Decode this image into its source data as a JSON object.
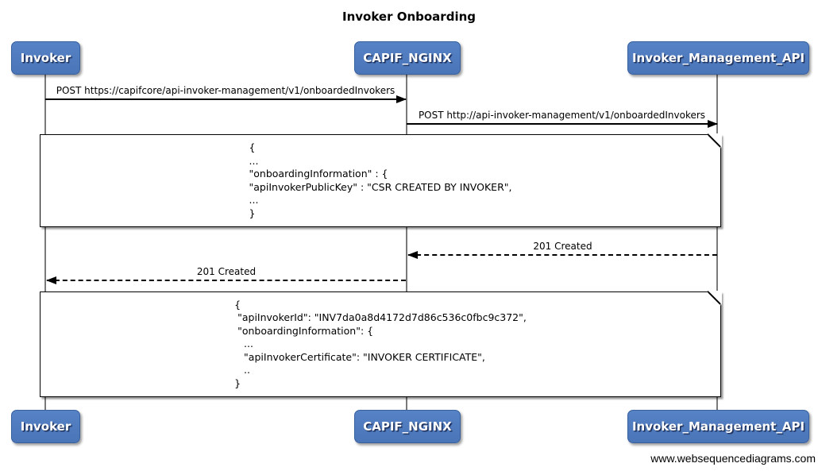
{
  "diagram": {
    "title": "Invoker Onboarding",
    "watermark": "www.websequencediagrams.com",
    "type": "sequence-diagram",
    "colors": {
      "actor_fill_top": "#5682c6",
      "actor_fill": "#4a76b8",
      "actor_border": "#38609e",
      "actor_text": "#ffffff",
      "line": "#000000",
      "lifeline": "#7a7a7a",
      "note_fill": "#ffffff"
    }
  },
  "actors": [
    {
      "label": "Invoker"
    },
    {
      "label": "CAPIF_NGINX"
    },
    {
      "label": "Invoker_Management_API"
    }
  ],
  "messages": [
    {
      "label": "POST https://capifcore/api-invoker-management/v1/onboardedInvokers",
      "from": "Invoker",
      "to": "CAPIF_NGINX",
      "line": "solid",
      "direction": "right"
    },
    {
      "label": "POST http://api-invoker-management/v1/onboardedInvokers",
      "from": "CAPIF_NGINX",
      "to": "Invoker_Management_API",
      "line": "solid",
      "direction": "right"
    },
    {
      "label": "201 Created",
      "from": "Invoker_Management_API",
      "to": "CAPIF_NGINX",
      "line": "dashed",
      "direction": "left"
    },
    {
      "label": "201 Created",
      "from": "CAPIF_NGINX",
      "to": "Invoker",
      "line": "dashed",
      "direction": "left"
    }
  ],
  "notes": [
    {
      "text": "{\n...\n\"onboardingInformation\" : {\n\"apiInvokerPublicKey\" : \"CSR CREATED BY INVOKER\",\n...\n}"
    },
    {
      "text": "{\n \"apiInvokerId\": \"INV7da0a8d4172d7d86c536c0fbc9c372\",\n \"onboardingInformation\": {\n   ...\n   \"apiInvokerCertificate\": \"INVOKER CERTIFICATE\",\n   ..\n}"
    }
  ]
}
